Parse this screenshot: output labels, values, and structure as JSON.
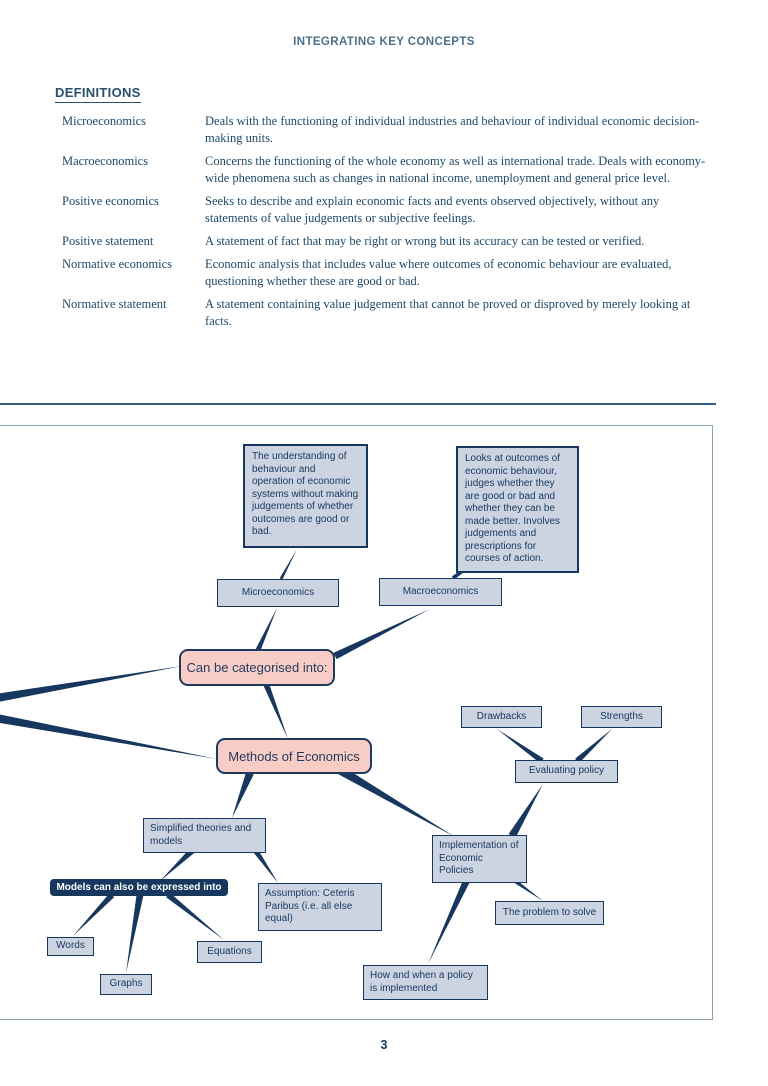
{
  "page": {
    "header": "INTEGRATING KEY CONCEPTS",
    "page_number": "3"
  },
  "definitions": {
    "heading": "DEFINITIONS",
    "entries": [
      {
        "term": "Microeconomics",
        "definition": "Deals with the functioning of individual industries and behaviour of individual economic decision-making units."
      },
      {
        "term": "Macroeconomics",
        "definition": "Concerns the functioning of the whole economy as well as international trade. Deals with economy-wide phenomena such as changes in national income, unemployment and general price level."
      },
      {
        "term": "Positive economics",
        "definition": "Seeks to describe and explain economic facts and events observed objectively, without any statements of value judgements or subjective feelings."
      },
      {
        "term": "Positive statement",
        "definition": "A statement of fact that may be right or wrong but its accuracy can be tested or verified."
      },
      {
        "term": "Normative economics",
        "definition": "Economic analysis that includes value where outcomes of economic behaviour are evaluated, questioning whether these are good or bad."
      },
      {
        "term": "Normative statement",
        "definition": "A statement containing value judgement that cannot be proved or disproved by merely looking at facts."
      }
    ]
  },
  "mindmap": {
    "nodes": {
      "desc_micro": "The understanding of behaviour and operation of economic systems without making judgements of whether outcomes are good or bad.",
      "desc_macro": "Looks at outcomes of economic behaviour, judges whether they are good or bad and whether they can be made better. Involves judgements and prescriptions for courses of action.",
      "microeconomics": "Microeconomics",
      "macroeconomics": "Macroeconomics",
      "can_be_categorised": "Can be categorised into:",
      "methods_of_economics": "Methods of Economics",
      "drawbacks": "Drawbacks",
      "strengths": "Strengths",
      "evaluating_policy": "Evaluating policy",
      "simplified_theories": "Simplified theories and models",
      "models_expressed": "Models can also be expressed into",
      "assumption": "Assumption: Ceteris Paribus (i.e. all else equal)",
      "words": "Words",
      "graphs": "Graphs",
      "equations": "Equations",
      "implementation": "Implementation of Economic Policies",
      "problem_to_solve": "The problem to solve",
      "how_and_when": "How and when a policy is implemented"
    }
  },
  "colors": {
    "navy": "#17375e",
    "node_fill": "#ccd4e2",
    "pink_fill": "#f8cdc5",
    "body_text": "#1d4868",
    "header_text": "#4d7189",
    "rule": "#33607f",
    "diagram_border": "#8fa3b1"
  }
}
